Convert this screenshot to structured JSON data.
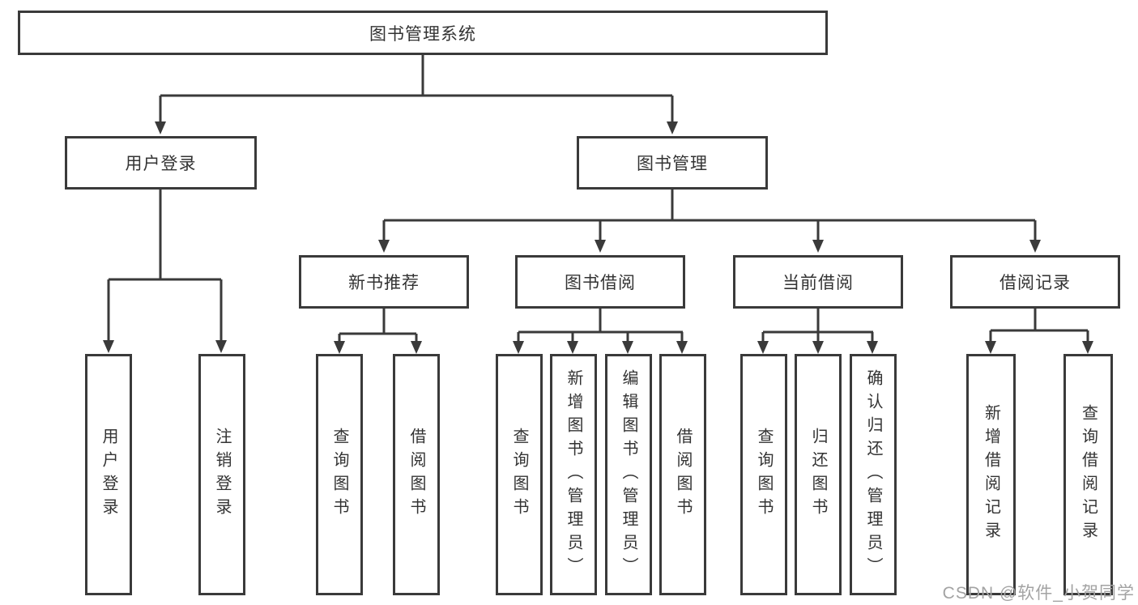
{
  "diagram": {
    "root": {
      "label": "图书管理系统"
    },
    "level2": {
      "user_login": {
        "label": "用户登录"
      },
      "book_management": {
        "label": "图书管理"
      }
    },
    "level3": {
      "new_book_recommend": {
        "label": "新书推荐"
      },
      "book_borrow": {
        "label": "图书借阅"
      },
      "current_borrow": {
        "label": "当前借阅"
      },
      "borrow_record": {
        "label": "借阅记录"
      }
    },
    "leaves": {
      "user_login_leaf": {
        "label": "用户登录"
      },
      "logout": {
        "label": "注销登录"
      },
      "recommend_query_book": {
        "label": "查询图书"
      },
      "recommend_borrow_book": {
        "label": "借阅图书"
      },
      "borrow_query_book": {
        "label": "查询图书"
      },
      "borrow_add_book": {
        "label": "新增图书（管理员）"
      },
      "borrow_edit_book": {
        "label": "编辑图书（管理员）"
      },
      "borrow_borrow_book": {
        "label": "借阅图书"
      },
      "current_query_book": {
        "label": "查询图书"
      },
      "current_return_book": {
        "label": "归还图书"
      },
      "current_confirm_return": {
        "label": "确认归还（管理员）"
      },
      "record_add_record": {
        "label": "新增借阅记录"
      },
      "record_query_record": {
        "label": "查询借阅记录"
      }
    }
  },
  "watermark": {
    "text": "CSDN @软件_小贺同学"
  },
  "colors": {
    "line": "#3a3a3a",
    "box_border": "#3a3a3a",
    "text": "#333333",
    "watermark": "#a3a3a3",
    "background": "#ffffff"
  }
}
